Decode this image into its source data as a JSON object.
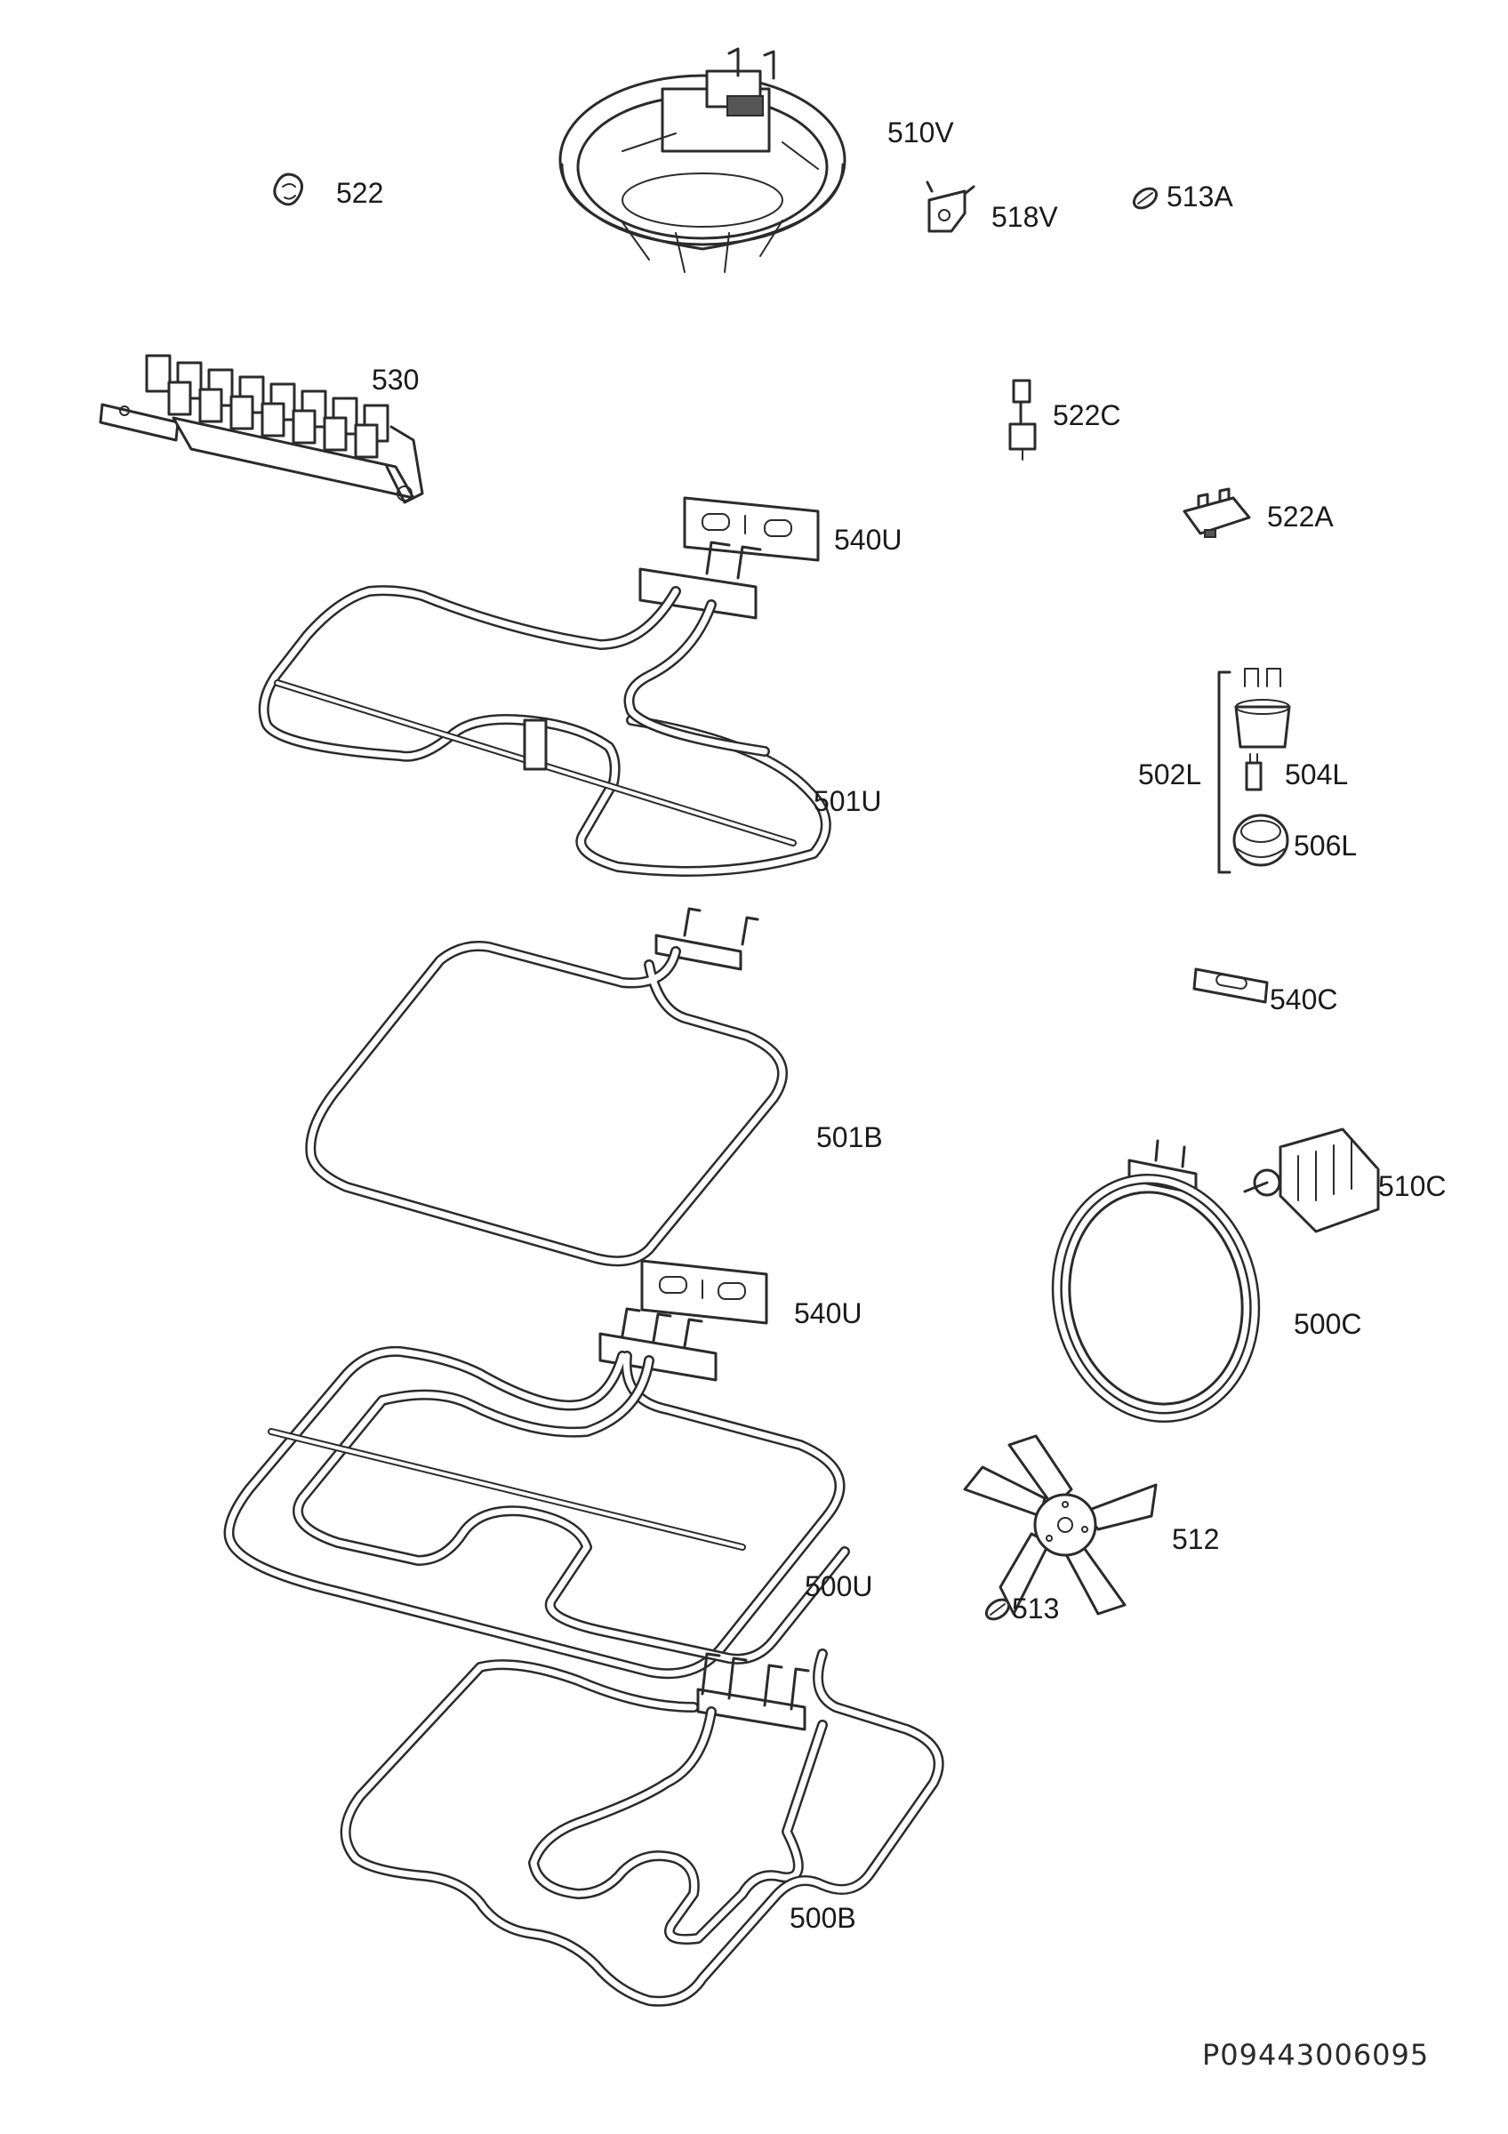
{
  "diagram": {
    "labels": {
      "l522": "522",
      "l510V": "510V",
      "l518V": "518V",
      "l513A": "513A",
      "l530": "530",
      "l522C": "522C",
      "l522A": "522A",
      "l540U_top": "540U",
      "l501U": "501U",
      "l502L": "502L",
      "l504L": "504L",
      "l506L": "506L",
      "l540C": "540C",
      "l501B": "501B",
      "l510C": "510C",
      "l540U_mid": "540U",
      "l500C": "500C",
      "l500U": "500U",
      "l512": "512",
      "l513": "513",
      "l500B": "500B"
    },
    "doc_code": "P09443006095"
  }
}
